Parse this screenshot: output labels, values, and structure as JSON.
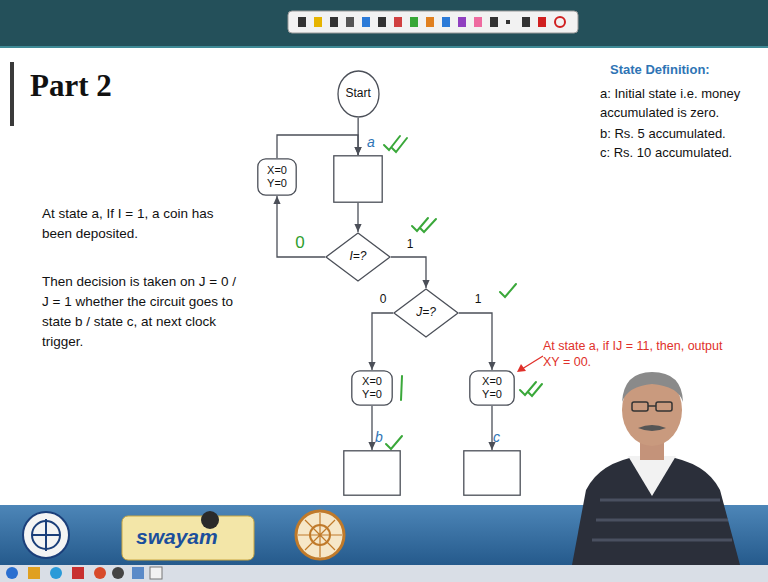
{
  "diagram": {
    "title": "Part 2",
    "nodes": [
      {
        "text": [
          "Start"
        ]
      },
      {
        "text": [
          "a"
        ]
      },
      {
        "text": [
          "X=0 Y=0"
        ]
      },
      {
        "text": [
          "I=?"
        ]
      },
      {
        "text": [
          "J=?"
        ]
      },
      {
        "text": [
          "X=0 Y=0"
        ]
      },
      {
        "text": [
          "X=0 Y=0"
        ]
      },
      {
        "text": [
          "b"
        ]
      },
      {
        "text": [
          "c"
        ]
      }
    ],
    "edges": [
      {
        "from": 0,
        "to": 1,
        "arrow": "to"
      },
      {
        "from": 2,
        "to": 1,
        "arrow": "to"
      },
      {
        "from": 1,
        "to": 3,
        "arrow": "to"
      },
      {
        "from": 3,
        "to": 2,
        "label": "0",
        "arrow": "to"
      },
      {
        "from": 3,
        "to": 4,
        "label": "1",
        "arrow": "to"
      },
      {
        "from": 4,
        "to": 5,
        "label": "0",
        "arrow": "to"
      },
      {
        "from": 4,
        "to": 6,
        "label": "1",
        "arrow": "to"
      },
      {
        "from": 5,
        "to": 7,
        "arrow": "to"
      },
      {
        "from": 6,
        "to": 8,
        "arrow": "to"
      }
    ],
    "labels": [
      "At state a, If I = 1, a coin has been deposited.",
      "Then decision is taken on J = 0 / J = 1 whether the circuit goes to state b / state c, at next clock trigger.",
      "State Definition:",
      "a: Initial state i.e. money accumulated is zero.",
      "b: Rs. 5 accumulated.",
      "c: Rs. 10 accumulated.",
      "At state a, if IJ = 11, then, output XY = 00.",
      "swayam"
    ]
  }
}
